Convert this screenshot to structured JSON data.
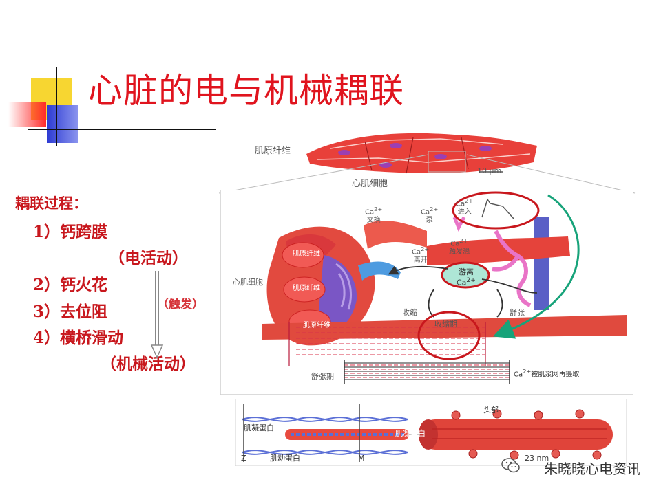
{
  "title": "心脏的电与机械耦联",
  "outline": {
    "heading": "耦联过程：",
    "steps": [
      {
        "num": "1）",
        "label": "钙跨膜"
      },
      {
        "num": "",
        "label": "（电活动）"
      },
      {
        "num": "2）",
        "label": "钙火花"
      },
      {
        "num": "3）",
        "label": "去位阻"
      },
      {
        "num": "4）",
        "label": "横桥滑动"
      },
      {
        "num": "",
        "label": "（机械活动）"
      }
    ],
    "trigger_note": "（触发）"
  },
  "figure": {
    "top": {
      "fiber_label": "肌原纤维",
      "cell_label": "心肌细胞",
      "scale": "10 μm"
    },
    "middle": {
      "ca_exchange": "Ca²⁺\n交换",
      "ca_pump": "Ca²⁺\n泵",
      "ca_enter": "Ca²⁺\n进入",
      "ca_trigger": "Ca²⁺\n触发溅",
      "ca_release": "Ca²⁺\n离开",
      "free_ca": "游离\nCa²⁺",
      "cell_label": "心肌细胞",
      "myofibril": "肌原纤维",
      "contract": "收缩",
      "relax": "舒张",
      "systole": "收缩期",
      "diastole": "舒张期",
      "reuptake": "Ca²⁺被肌浆网再摄取"
    },
    "bottom": {
      "actin": "肌凝蛋白",
      "myosin_left": "肌动蛋白",
      "myosin_right": "肌凝蛋白",
      "head": "头部",
      "z": "Z",
      "m": "M",
      "scale": "23 nm"
    }
  },
  "watermark": "朱晓晓心电资讯",
  "colors": {
    "accent": "#e0141e",
    "cyan_arrow": "#17a37a",
    "blue_sq": "#3a3fd1",
    "yellow_sq": "#f7d631"
  }
}
